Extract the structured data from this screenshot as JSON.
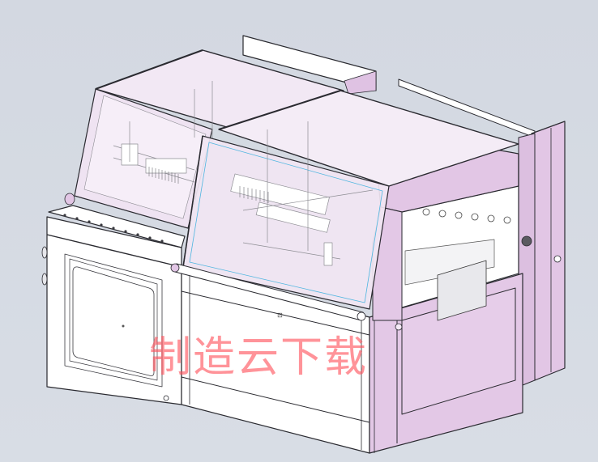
{
  "scene": {
    "type": "cad-render",
    "subject": "L-type sealing / shrink packaging machine",
    "background_color": "#d6dbe3",
    "body_color": "#ffffff",
    "panel_color": "#e3c8e6",
    "glass_tint": "#efe3f2",
    "edge_color": "#2a2a30",
    "highlight_edge_color": "#4fb6e0"
  },
  "watermark": {
    "text": "制造云下载",
    "color": "#ff5a64"
  }
}
